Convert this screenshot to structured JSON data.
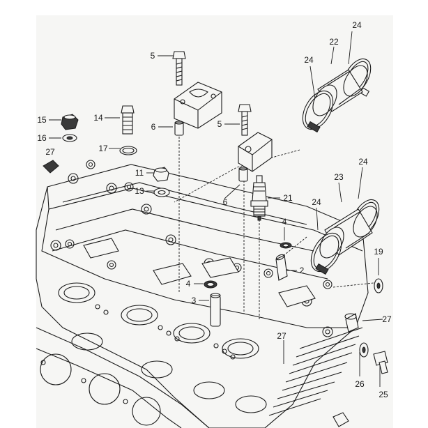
{
  "diagram": {
    "callouts": [
      {
        "key": "c24a",
        "text": "24"
      },
      {
        "key": "c22",
        "text": "22"
      },
      {
        "key": "c24b",
        "text": "24"
      },
      {
        "key": "c5a",
        "text": "5"
      },
      {
        "key": "c15",
        "text": "15"
      },
      {
        "key": "c14",
        "text": "14"
      },
      {
        "key": "c6a",
        "text": "6"
      },
      {
        "key": "c5b",
        "text": "5"
      },
      {
        "key": "c16",
        "text": "16"
      },
      {
        "key": "c27a",
        "text": "27"
      },
      {
        "key": "c17",
        "text": "17"
      },
      {
        "key": "c24c",
        "text": "24"
      },
      {
        "key": "c23",
        "text": "23"
      },
      {
        "key": "c11",
        "text": "11"
      },
      {
        "key": "c13",
        "text": "13"
      },
      {
        "key": "c6b",
        "text": "6"
      },
      {
        "key": "c21",
        "text": "21"
      },
      {
        "key": "c24d",
        "text": "24"
      },
      {
        "key": "c4a",
        "text": "4"
      },
      {
        "key": "c19",
        "text": "19"
      },
      {
        "key": "c2",
        "text": "2"
      },
      {
        "key": "c4b",
        "text": "4"
      },
      {
        "key": "c3",
        "text": "3"
      },
      {
        "key": "c27b",
        "text": "27"
      },
      {
        "key": "c26",
        "text": "26"
      },
      {
        "key": "c25",
        "text": "25"
      },
      {
        "key": "c27c",
        "text": "27"
      }
    ]
  }
}
